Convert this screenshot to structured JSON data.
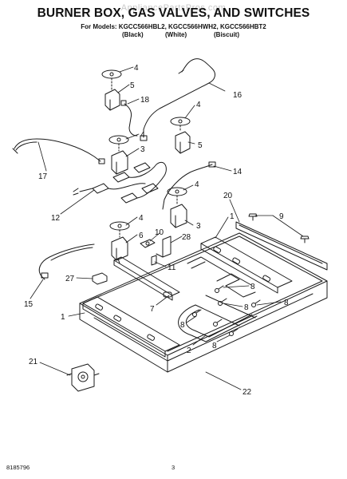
{
  "header": {
    "title": "BURNER BOX, GAS VALVES, AND SWITCHES",
    "watermark": "AppliancePartsPros.com",
    "models_line": "For Models: KGCC566HBL2, KGCC566HWH2, KGCC566HBT2",
    "color_black": "(Black)",
    "color_white": "(White)",
    "color_biscuit": "(Biscuit)"
  },
  "footer": {
    "doc_number": "8185796",
    "page_number": "3"
  },
  "callouts": {
    "c4a": "4",
    "c5a": "5",
    "c16": "16",
    "c18": "18",
    "c4b": "4",
    "c5b": "5",
    "c4c": "4",
    "c3a": "3",
    "c17": "17",
    "c14": "14",
    "c4d": "4",
    "c12": "12",
    "c20": "20",
    "c9": "9",
    "c4e": "4",
    "c3b": "3",
    "c1a": "1",
    "c6": "6",
    "c10": "10",
    "c28": "28",
    "c11": "11",
    "c27": "27",
    "c15": "15",
    "c8a": "8",
    "c7": "7",
    "c8b": "8",
    "c8c": "8",
    "c1b": "1",
    "c8d": "8",
    "c2": "2",
    "c8e": "8",
    "c21": "21",
    "c22": "22"
  },
  "colors": {
    "line": "#1a1a1a",
    "watermark": "#c9c9c9"
  }
}
